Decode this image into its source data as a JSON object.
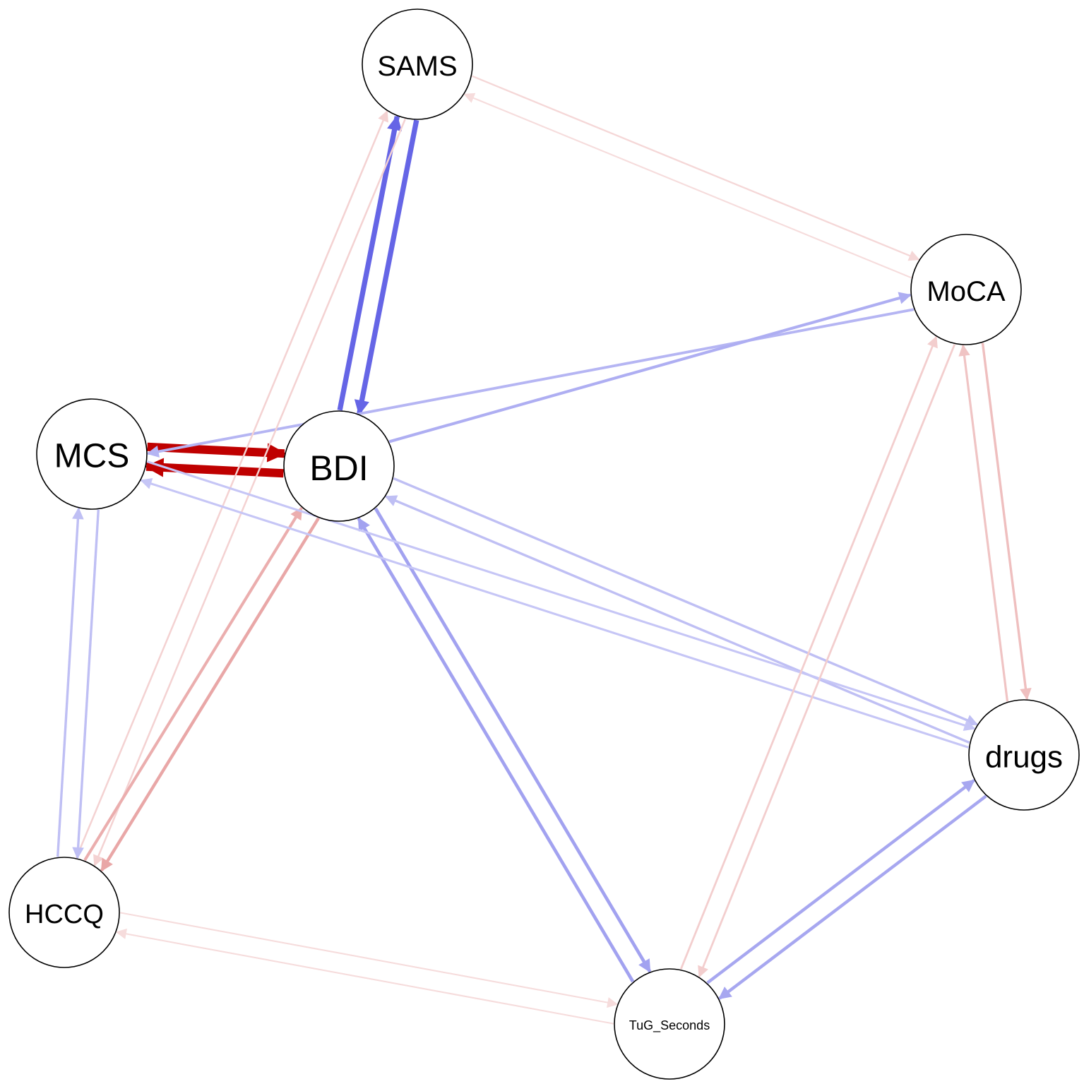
{
  "network": {
    "colors": {
      "positive": "#0000d5",
      "negative": "#bf0000"
    },
    "nodes": [
      {
        "id": "SAMS",
        "label": "SAMS"
      },
      {
        "id": "MoCA",
        "label": "MoCA"
      },
      {
        "id": "MCS",
        "label": "MCS"
      },
      {
        "id": "BDI",
        "label": "BDI"
      },
      {
        "id": "drugs",
        "label": "drugs"
      },
      {
        "id": "HCCQ",
        "label": "HCCQ"
      },
      {
        "id": "TuG_Seconds",
        "label": "TuG_Seconds"
      }
    ],
    "edges": [
      {
        "from": "SAMS",
        "to": "BDI",
        "sign": "positive",
        "strength": 0.55
      },
      {
        "from": "BDI",
        "to": "SAMS",
        "sign": "positive",
        "strength": 0.55
      },
      {
        "from": "BDI",
        "to": "MCS",
        "sign": "negative",
        "strength": 1.0
      },
      {
        "from": "MCS",
        "to": "BDI",
        "sign": "negative",
        "strength": 1.0
      },
      {
        "from": "MoCA",
        "to": "MCS",
        "sign": "positive",
        "strength": 0.22
      },
      {
        "from": "BDI",
        "to": "MoCA",
        "sign": "positive",
        "strength": 0.25
      },
      {
        "from": "MoCA",
        "to": "SAMS",
        "sign": "negative",
        "strength": 0.06
      },
      {
        "from": "SAMS",
        "to": "MoCA",
        "sign": "negative",
        "strength": 0.08
      },
      {
        "from": "SAMS",
        "to": "HCCQ",
        "sign": "negative",
        "strength": 0.1
      },
      {
        "from": "HCCQ",
        "to": "SAMS",
        "sign": "negative",
        "strength": 0.1
      },
      {
        "from": "BDI",
        "to": "HCCQ",
        "sign": "negative",
        "strength": 0.28
      },
      {
        "from": "HCCQ",
        "to": "BDI",
        "sign": "negative",
        "strength": 0.25
      },
      {
        "from": "MCS",
        "to": "HCCQ",
        "sign": "positive",
        "strength": 0.18
      },
      {
        "from": "HCCQ",
        "to": "MCS",
        "sign": "positive",
        "strength": 0.18
      },
      {
        "from": "BDI",
        "to": "TuG_Seconds",
        "sign": "positive",
        "strength": 0.3
      },
      {
        "from": "TuG_Seconds",
        "to": "BDI",
        "sign": "positive",
        "strength": 0.3
      },
      {
        "from": "drugs",
        "to": "BDI",
        "sign": "positive",
        "strength": 0.18
      },
      {
        "from": "BDI",
        "to": "drugs",
        "sign": "positive",
        "strength": 0.18
      },
      {
        "from": "drugs",
        "to": "MCS",
        "sign": "positive",
        "strength": 0.15
      },
      {
        "from": "MCS",
        "to": "drugs",
        "sign": "positive",
        "strength": 0.15
      },
      {
        "from": "MoCA",
        "to": "drugs",
        "sign": "negative",
        "strength": 0.18
      },
      {
        "from": "drugs",
        "to": "MoCA",
        "sign": "negative",
        "strength": 0.16
      },
      {
        "from": "MoCA",
        "to": "TuG_Seconds",
        "sign": "negative",
        "strength": 0.12
      },
      {
        "from": "TuG_Seconds",
        "to": "MoCA",
        "sign": "negative",
        "strength": 0.12
      },
      {
        "from": "drugs",
        "to": "TuG_Seconds",
        "sign": "positive",
        "strength": 0.28
      },
      {
        "from": "TuG_Seconds",
        "to": "drugs",
        "sign": "positive",
        "strength": 0.28
      },
      {
        "from": "TuG_Seconds",
        "to": "HCCQ",
        "sign": "negative",
        "strength": 0.06
      },
      {
        "from": "HCCQ",
        "to": "TuG_Seconds",
        "sign": "negative",
        "strength": 0.06
      }
    ]
  }
}
